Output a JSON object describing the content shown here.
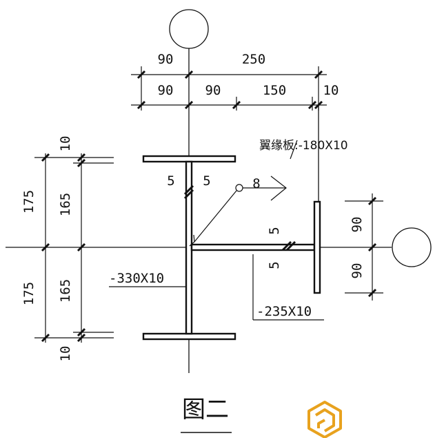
{
  "dimensions": {
    "top_row1_a": "90",
    "top_row1_b": "250",
    "top_row2_a": "90",
    "top_row2_b": "90",
    "top_row2_c": "150",
    "top_row2_d": "10",
    "left_outer_top": "175",
    "left_outer_bottom": "175",
    "left_inner_top": "165",
    "left_inner_bottom": "165",
    "left_flange_top": "10",
    "left_flange_bottom": "10",
    "right_top": "90",
    "right_bottom": "90",
    "weld_top_left": "5",
    "weld_top_right": "5",
    "weld_right_top": "5",
    "weld_right_bottom": "5",
    "weld_symbol": "8"
  },
  "labels": {
    "flange_plate": "翼缘板:-180X10",
    "web_plate": "-330X10",
    "stub_plate": "-235X10"
  },
  "caption": "图二",
  "colors": {
    "line": "#111111",
    "logo": "#e8a21e"
  }
}
